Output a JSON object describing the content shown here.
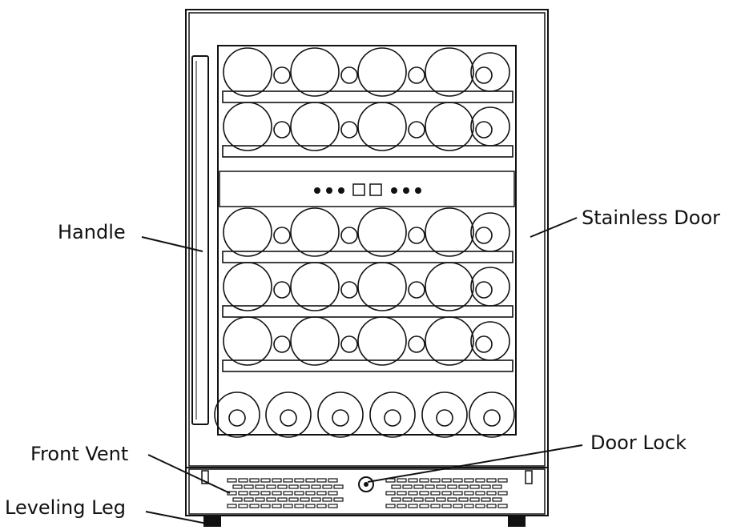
{
  "labels": {
    "handle": "Handle",
    "stainless_door": "Stainless Door",
    "front_vent": "Front Vent",
    "door_lock": "Door Lock",
    "leveling_leg": "Leveling Leg"
  },
  "colors": {
    "line": "#111111",
    "background": "#ffffff"
  }
}
